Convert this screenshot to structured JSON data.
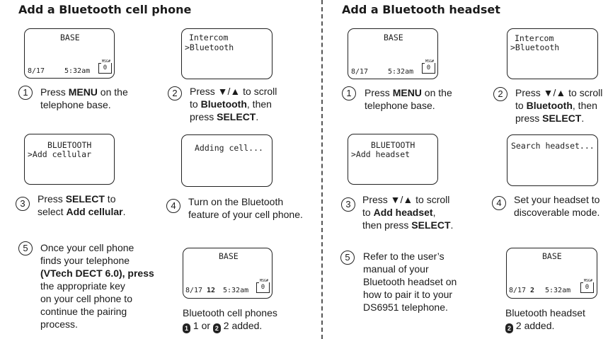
{
  "left": {
    "title": "Add a Bluetooth cell phone",
    "screens": {
      "base": {
        "title": "BASE",
        "date": "8/17",
        "time": "5:32am",
        "msg_tag": "MSG#",
        "msg_count": "0"
      },
      "intercom": {
        "line1": "Intercom",
        "line2": ">Bluetooth"
      },
      "bluetooth_menu": {
        "line1": "BLUETOOTH",
        "line2": ">Add cellular"
      },
      "adding": {
        "line1": "Adding cell..."
      },
      "final": {
        "title": "BASE",
        "date": "8/17",
        "bt_indicator": "12",
        "time": "5:32am",
        "msg_tag": "MSG#",
        "msg_count": "0"
      }
    },
    "steps": {
      "s1": {
        "num": "1",
        "a": "Press ",
        "b": "MENU",
        "c": " on the",
        "d": "telephone base."
      },
      "s2": {
        "num": "2",
        "a": "Press ▼/▲ to scroll",
        "b1": "to ",
        "b2": "Bluetooth",
        "b3": ", then",
        "c1": "press ",
        "c2": "SELECT",
        "c3": "."
      },
      "s3": {
        "num": "3",
        "a1": "Press ",
        "a2": "SELECT",
        "a3": " to",
        "b1": "select ",
        "b2": "Add cellular",
        "b3": "."
      },
      "s4": {
        "num": "4",
        "a": "Turn on the Bluetooth",
        "b": "feature of your cell phone."
      },
      "s5": {
        "num": "5",
        "l1": "Once your cell phone",
        "l2": "finds your telephone",
        "l3": "(VTech DECT 6.0), press",
        "l4": "the appropriate key",
        "l5": "on your cell phone to",
        "l6": "continue the pairing",
        "l7": "process."
      }
    },
    "caption": {
      "l1": "Bluetooth cell phones",
      "icon1": "1",
      "mid": "1 or",
      "icon2": "2",
      "end": "2 added."
    }
  },
  "right": {
    "title": "Add a Bluetooth headset",
    "screens": {
      "base": {
        "title": "BASE",
        "date": "8/17",
        "time": "5:32am",
        "msg_tag": "MSG#",
        "msg_count": "0"
      },
      "intercom": {
        "line1": "Intercom",
        "line2": ">Bluetooth"
      },
      "bluetooth_menu": {
        "line1": "BLUETOOTH",
        "line2": ">Add headset"
      },
      "search": {
        "line1": "Search headset..."
      },
      "final": {
        "title": "BASE",
        "date": "8/17",
        "bt_indicator": "2",
        "time": "5:32am",
        "msg_tag": "MSG#",
        "msg_count": "0"
      }
    },
    "steps": {
      "s1": {
        "num": "1",
        "a": "Press ",
        "b": "MENU",
        "c": " on the",
        "d": "telephone base."
      },
      "s2": {
        "num": "2",
        "a": "Press ▼/▲ to scroll",
        "b1": "to ",
        "b2": "Bluetooth",
        "b3": ", then",
        "c1": "press ",
        "c2": "SELECT",
        "c3": "."
      },
      "s3": {
        "num": "3",
        "a": "Press ▼/▲ to scroll",
        "b1": "to ",
        "b2": "Add headset",
        "b3": ",",
        "c1": "then press ",
        "c2": "SELECT",
        "c3": "."
      },
      "s4": {
        "num": "4",
        "a": "Set your headset to",
        "b": "discoverable mode."
      },
      "s5": {
        "num": "5",
        "l1": "Refer to the user’s",
        "l2": "manual of your",
        "l3": "Bluetooth headset on",
        "l4": "how to pair it to your",
        "l5": "DS6951 telephone."
      }
    },
    "caption": {
      "l1": "Bluetooth headset",
      "icon": "2",
      "end": "2 added."
    }
  }
}
